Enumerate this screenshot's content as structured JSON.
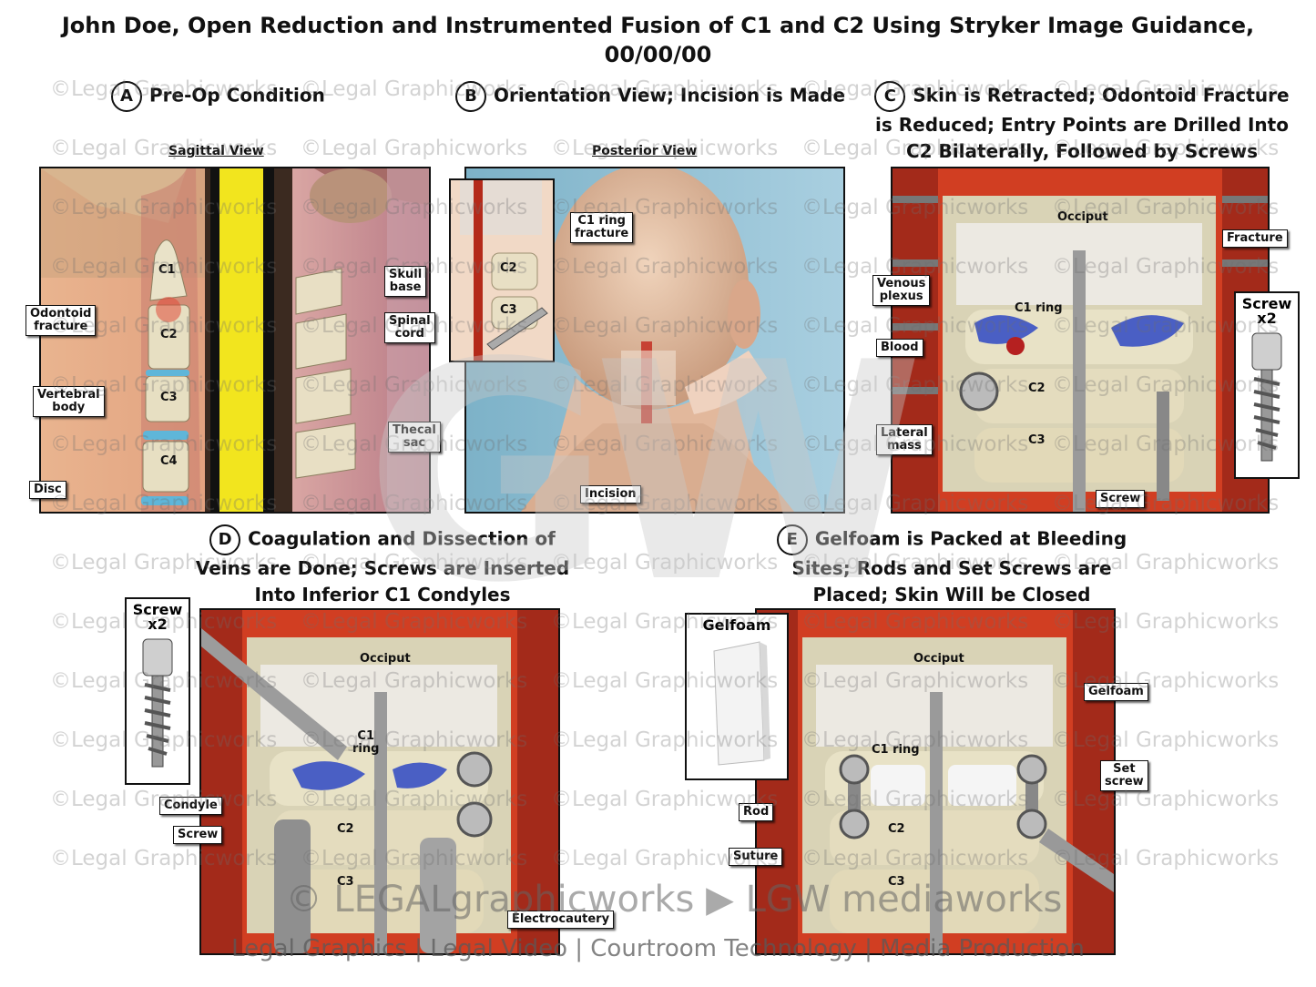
{
  "title": "John Doe, Open Reduction and Instrumented Fusion of C1 and C2 Using Stryker Image Guidance, 00/00/00",
  "watermark": "©Legal Graphicworks",
  "sections": {
    "a": {
      "letter": "A",
      "heading": "Pre-Op Condition",
      "subview": "Sagittal View",
      "labels": {
        "c1": "C1",
        "c2": "C2",
        "c3": "C3",
        "c4": "C4",
        "odontoid": "Odontoid\nfracture",
        "vertebral": "Vertebral\nbody",
        "disc": "Disc",
        "skull": "Skull\nbase",
        "spinal": "Spinal\ncord",
        "thecal": "Thecal\nsac"
      }
    },
    "b": {
      "letter": "B",
      "heading": "Orientation View; Incision is Made",
      "subview": "Posterior View",
      "labels": {
        "c1ring": "C1 ring\nfracture",
        "c2": "C2",
        "c3": "C3",
        "incision": "Incision"
      }
    },
    "c": {
      "letter": "C",
      "heading": "Skin is Retracted; Odontoid Fracture is Reduced; Entry Points are Drilled Into C2 Bilaterally, Followed by Screws",
      "labels": {
        "occiput": "Occiput",
        "fracture": "Fracture",
        "venous": "Venous\nplexus",
        "c1ring": "C1 ring",
        "blood": "Blood",
        "c2": "C2",
        "lateral": "Lateral\nmass",
        "c3": "C3",
        "screw": "Screw",
        "inset": "Screw\nx2"
      }
    },
    "d": {
      "letter": "D",
      "heading": "Coagulation and Dissection of Veins are Done; Screws are Inserted Into Inferior C1 Condyles",
      "labels": {
        "occiput": "Occiput",
        "c1ring": "C1\nring",
        "condyle": "Condyle",
        "screw": "Screw",
        "c2": "C2",
        "c3": "C3",
        "electro": "Electrocautery",
        "inset": "Screw\nx2"
      }
    },
    "e": {
      "letter": "E",
      "heading": "Gelfoam is Packed at Bleeding Sites; Rods and Set Screws are Placed; Skin Will be Closed",
      "labels": {
        "occiput": "Occiput",
        "c1ring": "C1 ring",
        "gelfoam": "Gelfoam",
        "setscrew": "Set\nscrew",
        "rod": "Rod",
        "suture": "Suture",
        "c2": "C2",
        "c3": "C3",
        "inset": "Gelfoam"
      }
    }
  },
  "footer": {
    "brand": "© LEGALgraphicworks  ▶ LGW mediaworks",
    "tagline": "Legal Graphics | Legal Video | Courtroom Technology | Media Production"
  },
  "logo_text": "GW",
  "colors": {
    "tissue": "#c8341f",
    "bone": "#e8e0c4",
    "cord": "#f2e51e",
    "vein": "#4a5fc4",
    "disc": "#5fb6d9"
  }
}
